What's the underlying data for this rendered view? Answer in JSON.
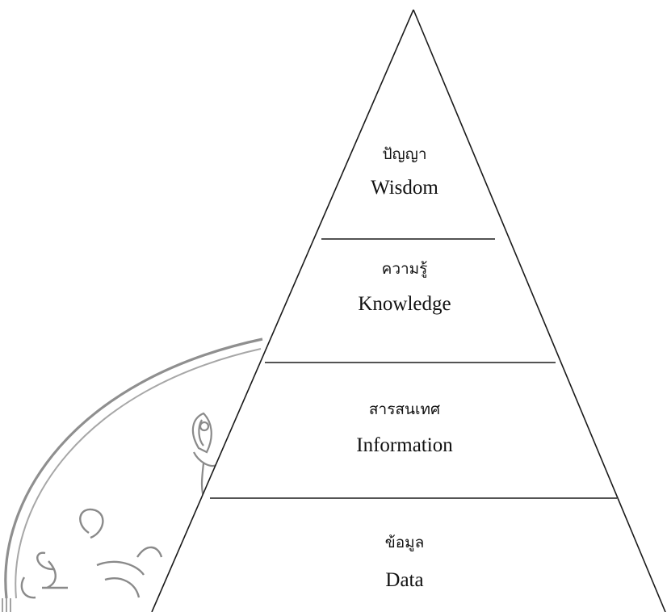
{
  "colors": {
    "line": "#1a1a1a",
    "text": "#111111",
    "watermark": "#9a9a9a",
    "background": "#ffffff"
  },
  "levels": [
    {
      "thai": "ปัญญา",
      "english": "Wisdom"
    },
    {
      "thai": "ความรู้",
      "english": "Knowledge"
    },
    {
      "thai": "สารสนเทศ",
      "english": "Information"
    },
    {
      "thai": "ข้อมูล",
      "english": "Data"
    }
  ]
}
